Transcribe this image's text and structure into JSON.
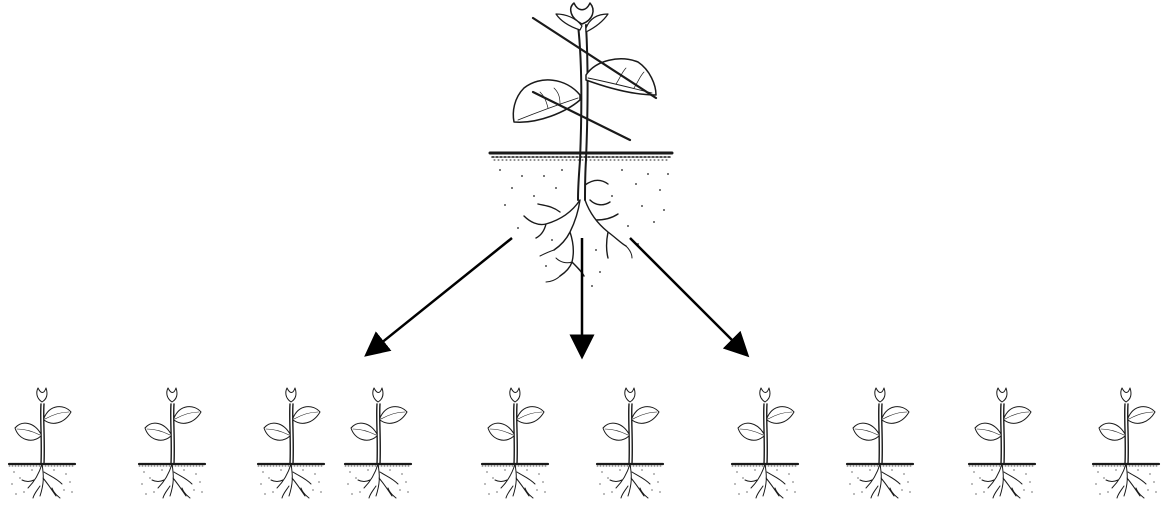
{
  "figure": {
    "parent_plant": {
      "icon": "cutting-plant-icon",
      "cut_lines": 2
    },
    "arrows": {
      "count": 3,
      "icon": "arrow-down-icon",
      "color": "#000000"
    },
    "offspring": {
      "count": 10,
      "icon": "young-plant-icon"
    }
  }
}
